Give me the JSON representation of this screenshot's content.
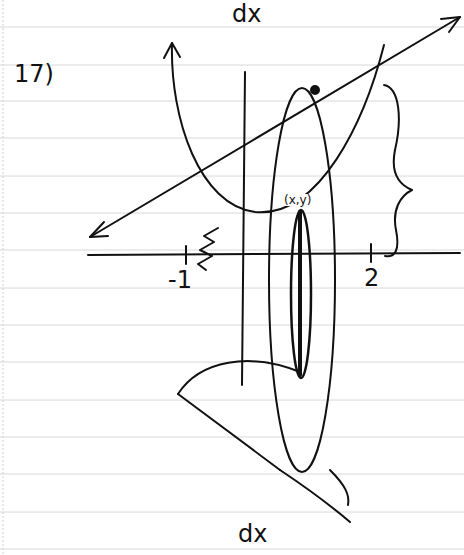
{
  "diagram": {
    "labels": [
      "dx",
      "17)",
      "-1",
      "2",
      "(x,y)",
      "dx"
    ]
  }
}
